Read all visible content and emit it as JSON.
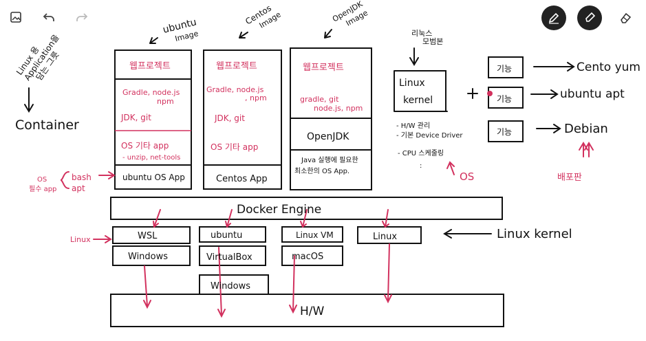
{
  "toolbar": {
    "left": [
      {
        "name": "gallery-icon"
      },
      {
        "name": "undo-icon"
      },
      {
        "name": "redo-icon"
      }
    ],
    "right": [
      {
        "name": "pen-tool-icon",
        "active": true
      },
      {
        "name": "highlighter-tool-icon"
      },
      {
        "name": "eraser-tool-icon"
      }
    ]
  },
  "notes": {
    "left_note": [
      "Linux 용",
      "Application을",
      "담는 그릇"
    ],
    "container": "Container",
    "os_label": [
      "OS",
      "필수 app"
    ],
    "bash": "bash",
    "apt": "apt",
    "images": {
      "ubuntu": {
        "title": [
          "ubuntu",
          "Image"
        ],
        "layers": [
          "웹프로젝트",
          "Gradle, node.js\nnpm",
          "JDK, git",
          "OS 기타 app\n- unzip, net-tools",
          "ubuntu OS App"
        ]
      },
      "centos": {
        "title": [
          "Centos",
          "Image"
        ],
        "layers": [
          "웹프로젝트",
          "Gradle, node.js\nnpm",
          "JDK, git",
          "OS 기타 app",
          "Centos App"
        ]
      },
      "openjdk": {
        "title": [
          "OpenJDK",
          "Image"
        ],
        "layers": [
          "웹프로젝트",
          "gradle, git\nnode.js, npm",
          "OpenJDK",
          "Java 실행에 필요한\n최소한의 OS App."
        ]
      }
    },
    "distro": {
      "title": [
        "리눅스",
        "모범본"
      ],
      "kernel": [
        "Linux",
        "kernel"
      ],
      "plus": "+",
      "features": [
        {
          "label": "기능",
          "target": "Cento  yum"
        },
        {
          "label": "기능",
          "target": "ubuntu  apt"
        },
        {
          "label": "기능",
          "target": "Debian"
        }
      ],
      "bullets": [
        "- H/W 관리",
        "- 기본 Device Driver",
        "- CPU 스케줄링",
        ":"
      ],
      "os_mark": "OS",
      "distribution": "배포판"
    },
    "docker_engine": "Docker  Engine",
    "hosts": {
      "row1": [
        "WSL",
        "ubuntu",
        "Linux VM",
        "Linux"
      ],
      "row2": [
        "Windows",
        "VirtualBox",
        "macOS"
      ],
      "row3": [
        "Windows"
      ]
    },
    "linux_side": "Linux",
    "linux_kernel": "Linux kernel",
    "hw": "H/W"
  },
  "colors": {
    "ink": "#111111",
    "accent": "#d2315e",
    "active_tool": "#222222"
  }
}
